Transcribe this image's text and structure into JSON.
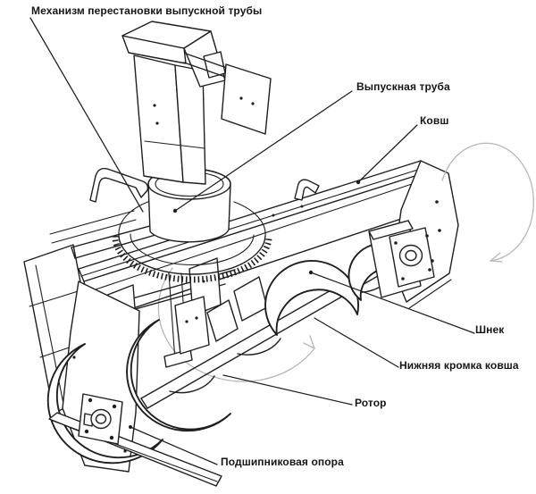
{
  "figure": {
    "description": "Black-and-white technical line drawing of a tractor-mounted snow blower shown in isometric view, with Russian callout labels connected by leader lines",
    "background": "#ffffff",
    "ink_color": "#1f1f1f",
    "arrow_color": "#b7b7b7"
  },
  "labels": {
    "chute_mechanism": "Механизм перестановки выпускной трубы",
    "discharge_pipe": "Выпускная труба",
    "bucket": "Ковш",
    "auger": "Шнек",
    "bucket_lower_edge": "Нижняя кромка ковша",
    "rotor": "Ротор",
    "bearing_support": "Подшипниковая опора"
  }
}
